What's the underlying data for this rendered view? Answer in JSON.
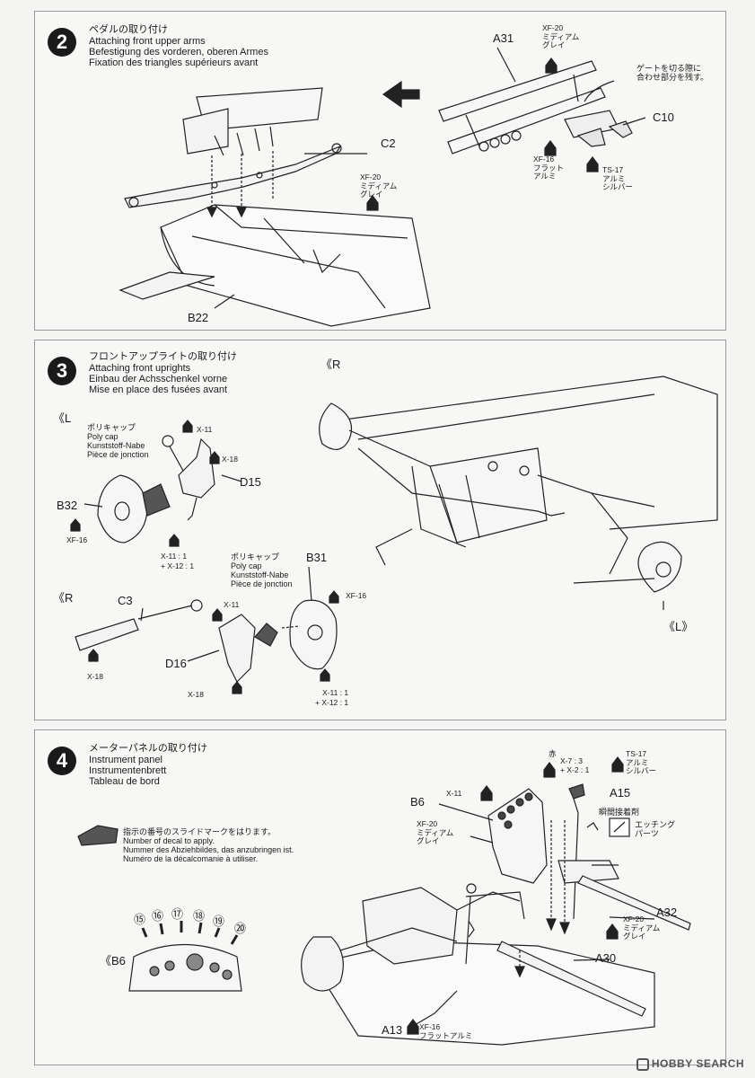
{
  "steps": [
    {
      "number": "2",
      "title_jp": "ペダルの取り付け",
      "title_en": "Attaching front upper arms",
      "title_de": "Befestigung des vorderen, oberen Armes",
      "title_fr": "Fixation des triangles supérieurs avant",
      "parts": [
        "C2",
        "B22",
        "A31",
        "C10"
      ],
      "paints": [
        {
          "code": "XF-20",
          "name1": "ミディアム",
          "name2": "グレイ"
        },
        {
          "code": "XF-20",
          "name1": "ミディアム",
          "name2": "グレイ"
        },
        {
          "code": "XF-16",
          "name1": "フラット",
          "name2": "アルミ"
        },
        {
          "code": "TS-17",
          "name1": "アルミ",
          "name2": "シルバー"
        }
      ],
      "gate_note": [
        "ゲートを切る際に",
        "合わせ部分を残す。"
      ]
    },
    {
      "number": "3",
      "title_jp": "フロントアップライトの取り付け",
      "title_en": "Attaching front uprights",
      "title_de": "Einbau der Achsschenkel vorne",
      "title_fr": "Mise en place des fusées avant",
      "side_r": "《R",
      "side_l": "《L",
      "side_l_bottom": "《L》",
      "side_r_bottom": "《R",
      "polycap": {
        "jp": "ポリキャップ",
        "en": "Poly cap",
        "de": "Kunststoff-Nabe",
        "fr": "Pièce de jonction"
      },
      "polycap2": {
        "jp": "ポリキャップ",
        "en": "Poly cap",
        "de": "Kunststoff-Nabe",
        "fr": "Pièce de jonction"
      },
      "parts": [
        "D15",
        "B32",
        "B31",
        "C3",
        "D16"
      ],
      "paints": [
        "X-11",
        "X-18",
        "XF-16",
        "X-11 : 1",
        "+ X-12 : 1",
        "X-11",
        "XF-16",
        "X-18",
        "X-18",
        "X-11 : 1",
        "+ X-12 : 1"
      ]
    },
    {
      "number": "4",
      "title_jp": "メーターパネルの取り付け",
      "title_en": "Instrument panel",
      "title_de": "Instrumentenbrett",
      "title_fr": "Tableau de bord",
      "decal_note": {
        "jp": "指示の番号のスライドマークをはります。",
        "en": "Number of decal to apply.",
        "de": "Nummer des Abziehbildes, das anzubringen ist.",
        "fr": "Numéro de la décalcomanie à utiliser."
      },
      "decal_numbers": [
        "⑮",
        "⑯",
        "⑰",
        "⑱",
        "⑲",
        "⑳"
      ],
      "b6_label": "《B6",
      "parts": [
        "B6",
        "A15",
        "A32",
        "A30",
        "A13"
      ],
      "paint_red": {
        "code": "赤",
        "mix1": "X-7 : 3",
        "mix2": "+ X-2 : 1"
      },
      "paint_x11": "X-11",
      "paint_ts17": {
        "code": "TS-17",
        "name1": "アルミ",
        "name2": "シルバー"
      },
      "paint_xf20a": {
        "code": "XF-20",
        "name1": "ミディアム",
        "name2": "グレイ"
      },
      "paint_xf20b": {
        "code": "XF-20",
        "name1": "ミディアム",
        "name2": "グレイ"
      },
      "paint_xf16": {
        "code": "XF-16",
        "name1": "フラットアルミ"
      },
      "glue": "瞬間接着剤",
      "etching": {
        "line1": "エッチング",
        "line2": "パーツ"
      }
    }
  ],
  "watermark": "HOBBY SEARCH"
}
